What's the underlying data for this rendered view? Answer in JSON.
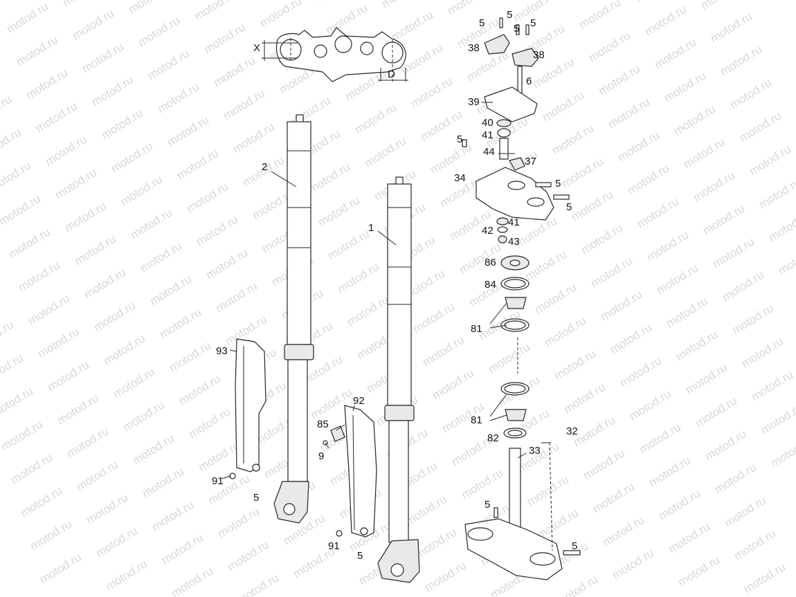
{
  "watermark": "motod.ru",
  "dimension_labels": {
    "x": "X",
    "d": "D"
  },
  "callouts": {
    "c1": "1",
    "c2": "2",
    "c5a": "5",
    "c5b": "5",
    "c5c": "5",
    "c5d": "5",
    "c5e": "5",
    "c5f": "5",
    "c5g": "5",
    "c5h": "5",
    "c5i": "5",
    "c5j": "5",
    "c5k": "5",
    "c6": "6",
    "c9": "9",
    "c32": "32",
    "c33": "33",
    "c34": "34",
    "c37": "37",
    "c38a": "38",
    "c38b": "38",
    "c39": "39",
    "c40": "40",
    "c41a": "41",
    "c41b": "41",
    "c42": "42",
    "c43": "43",
    "c44": "44",
    "c81a": "81",
    "c81b": "81",
    "c82": "82",
    "c84": "84",
    "c85": "85",
    "c86": "86",
    "c91a": "91",
    "c91b": "91",
    "c92": "92",
    "c93": "93"
  }
}
